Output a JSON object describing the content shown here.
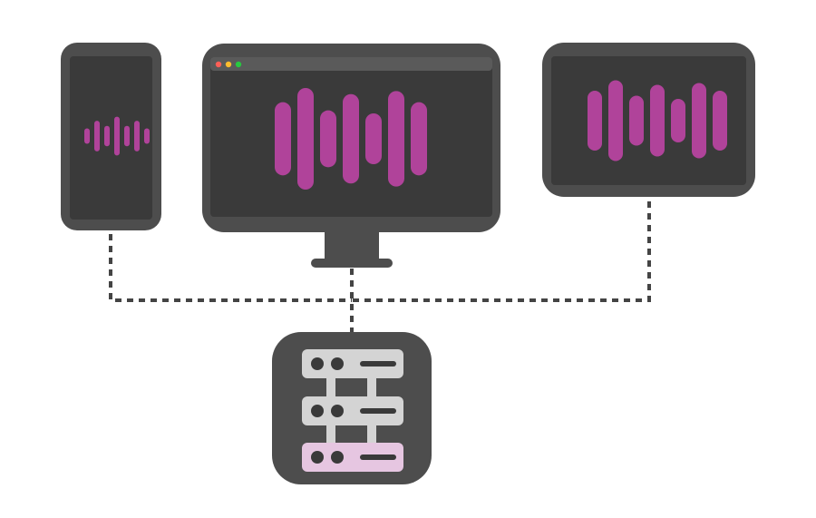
{
  "colors": {
    "device_body": "#4d4d4d",
    "screen": "#3a3a3a",
    "titlebar": "#5a5a5a",
    "waveform": "#b0439a",
    "connector": "#444444",
    "server_unit": "#d4d4d4",
    "server_unit_active": "#e6c6e1",
    "server_dot": "#3a3a3a",
    "window_close": "#ff5f57",
    "window_minimize": "#febc2e",
    "window_maximize": "#28c840"
  },
  "icons": {
    "phone": "smartphone-icon",
    "monitor": "desktop-monitor-icon",
    "tablet": "tablet-icon",
    "server": "server-stack-icon",
    "waveform": "audio-waveform-icon"
  },
  "waveforms": {
    "phone": [
      0.38,
      0.75,
      0.5,
      0.95,
      0.5,
      0.75,
      0.38
    ],
    "monitor": [
      0.72,
      1.0,
      0.56,
      0.88,
      0.5,
      0.94,
      0.72
    ],
    "tablet": [
      0.66,
      0.89,
      0.55,
      0.79,
      0.48,
      0.83,
      0.66
    ]
  },
  "server": {
    "units": 3,
    "active_unit": 3
  }
}
